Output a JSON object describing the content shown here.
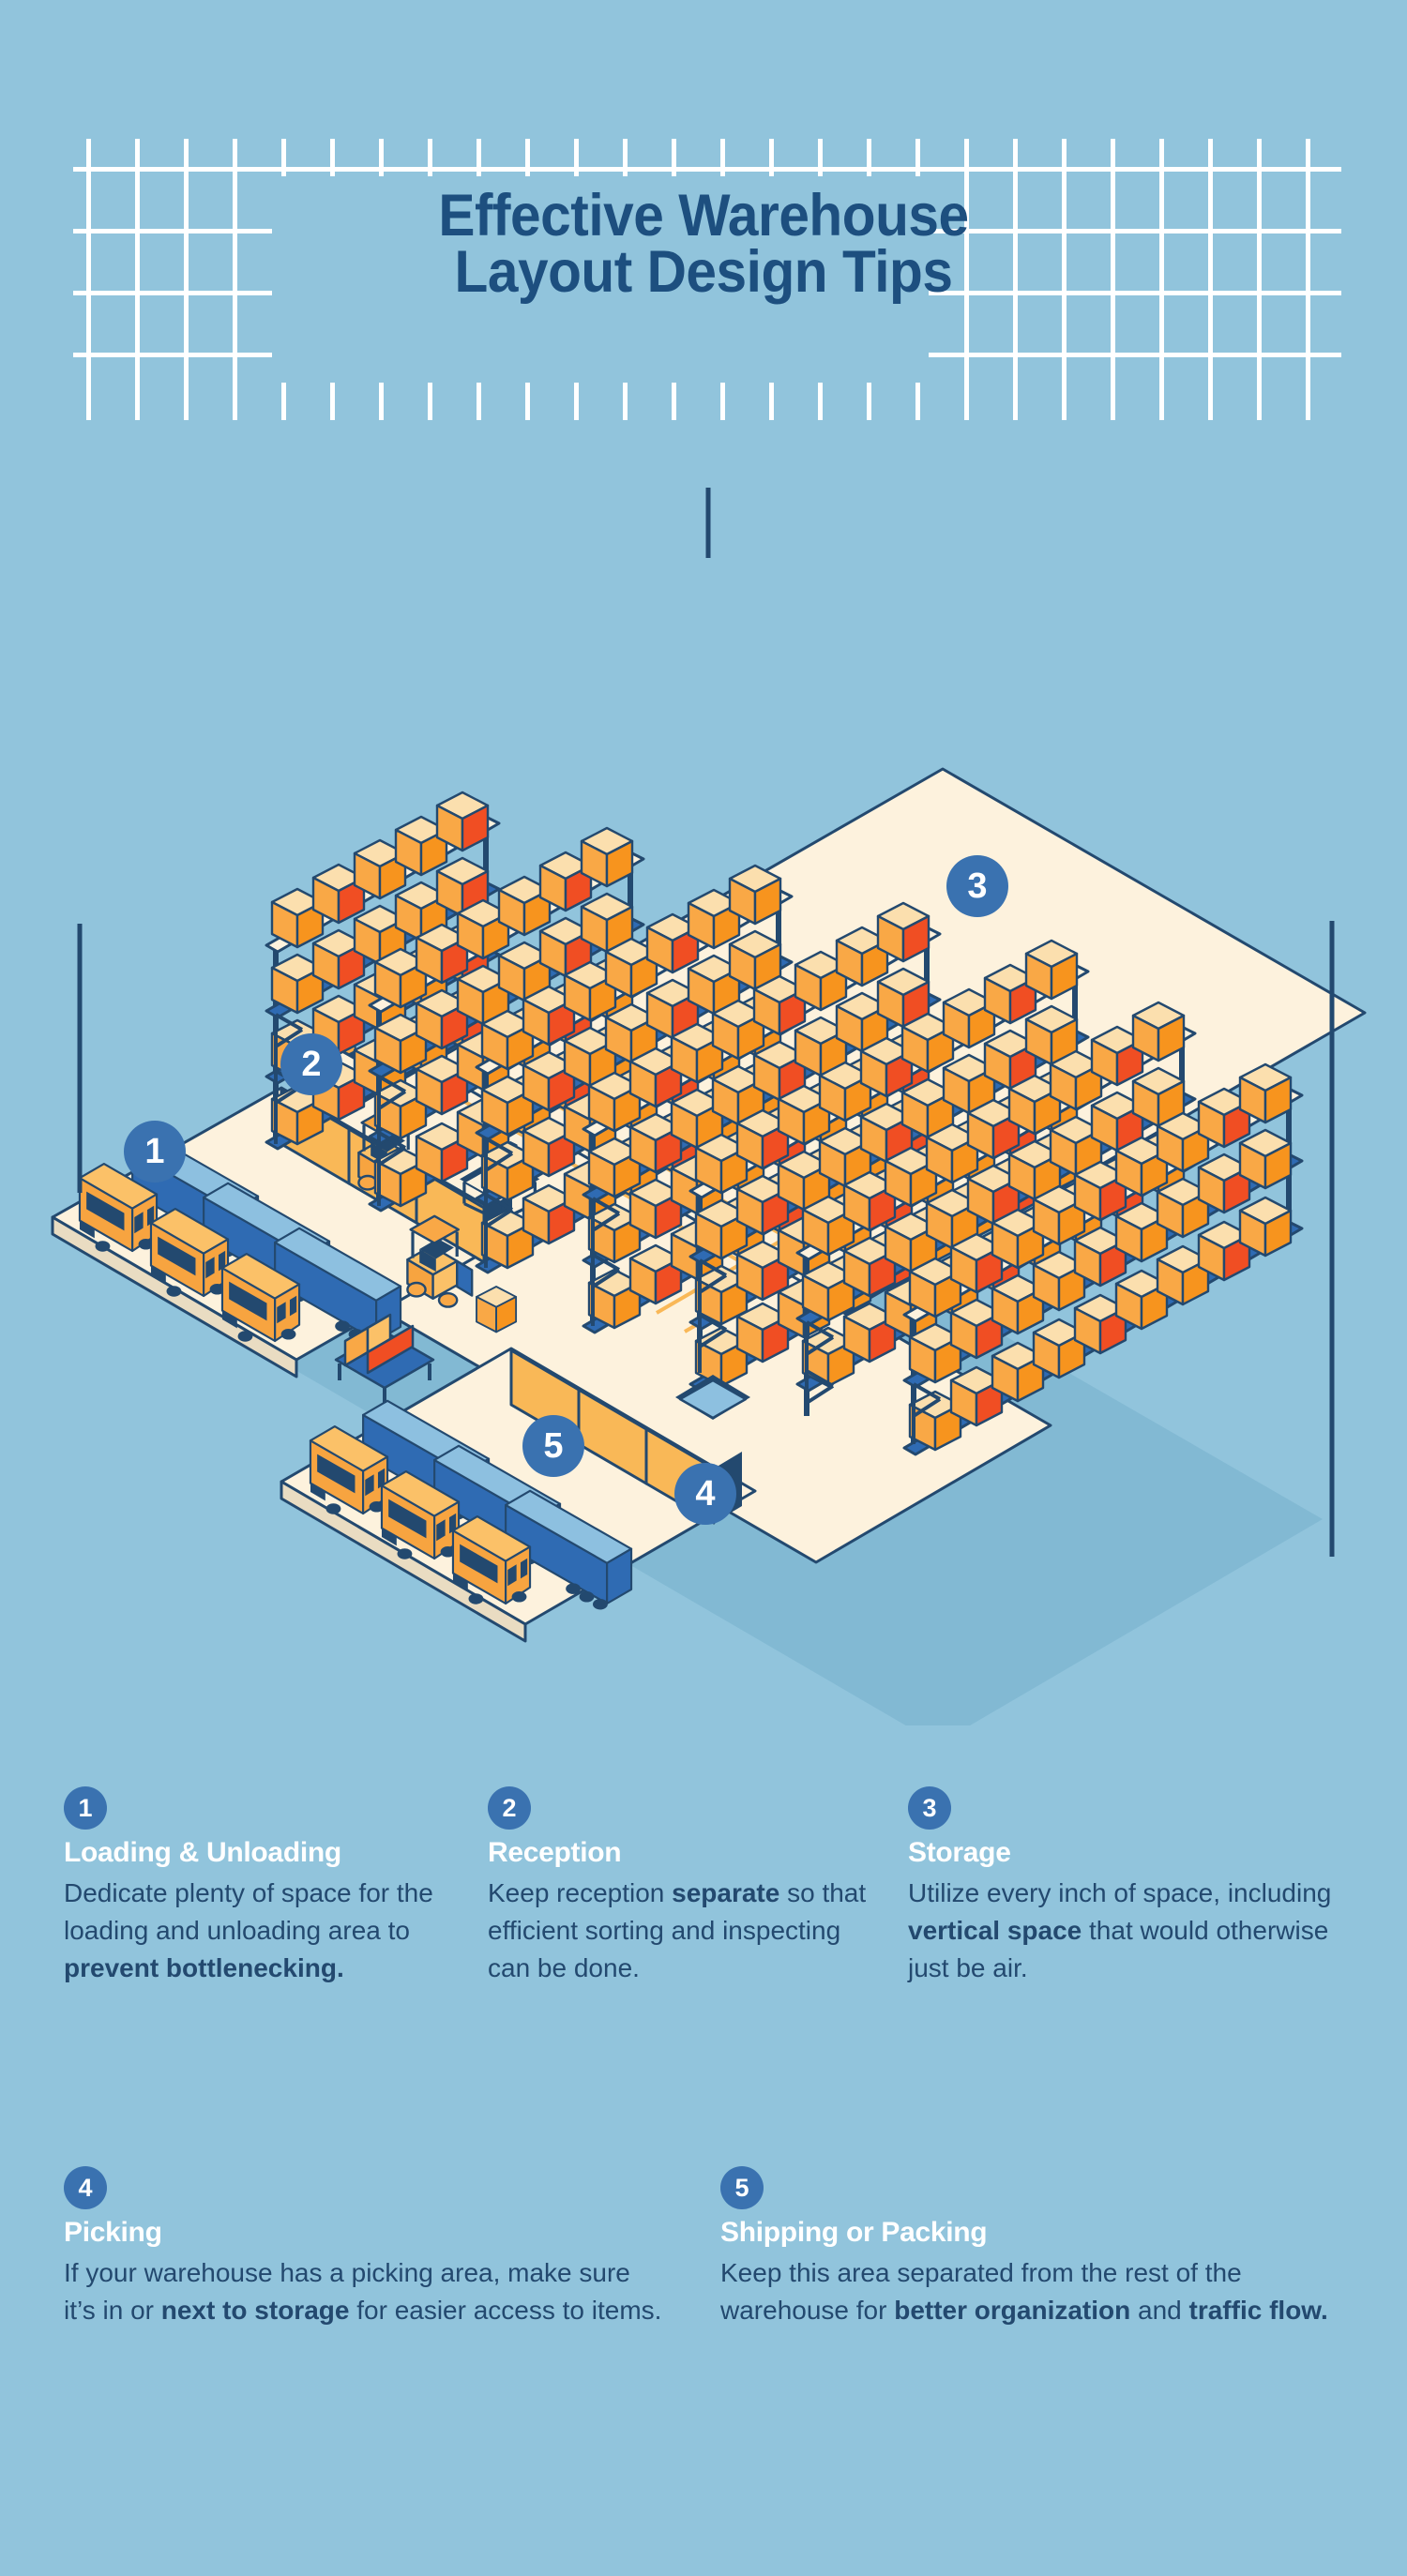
{
  "page": {
    "bg_color": "#91c4dc",
    "accent_navy": "#23496f",
    "accent_blue": "#3a72b0",
    "white": "#ffffff",
    "orange": "#f7a440",
    "red_orange": "#f04e23",
    "floor_cream": "#fdf2dd"
  },
  "header": {
    "title_line1": "Effective Warehouse",
    "title_line2": "Layout Design Tips"
  },
  "illustration": {
    "name": "isometric-warehouse-layout",
    "markers": [
      {
        "id": "1",
        "label": "1",
        "area": "Loading & Unloading"
      },
      {
        "id": "2",
        "label": "2",
        "area": "Reception"
      },
      {
        "id": "3",
        "label": "3",
        "area": "Storage"
      },
      {
        "id": "4",
        "label": "4",
        "area": "Picking"
      },
      {
        "id": "5",
        "label": "5",
        "area": "Shipping or Packing"
      }
    ],
    "elements": {
      "trucks_loading_dock": 3,
      "trucks_shipping_dock": 3,
      "forklifts": 2,
      "reception_tables": 2,
      "storage_rack_rows": 7
    }
  },
  "tips": [
    {
      "number": "1",
      "title": "Loading & Unloading",
      "body_parts": [
        {
          "text": "Dedicate plenty of space for the loading and unloading area to ",
          "bold": false
        },
        {
          "text": "prevent bottlenecking.",
          "bold": true
        }
      ]
    },
    {
      "number": "2",
      "title": "Reception",
      "body_parts": [
        {
          "text": "Keep reception ",
          "bold": false
        },
        {
          "text": "separate",
          "bold": true
        },
        {
          "text": " so that efficient sorting and inspecting can be done.",
          "bold": false
        }
      ]
    },
    {
      "number": "3",
      "title": "Storage",
      "body_parts": [
        {
          "text": "Utilize every inch of space, including ",
          "bold": false
        },
        {
          "text": "vertical space",
          "bold": true
        },
        {
          "text": " that would otherwise just be air.",
          "bold": false
        }
      ]
    },
    {
      "number": "4",
      "title": "Picking",
      "body_parts": [
        {
          "text": "If your warehouse has a picking area, make sure it’s in or ",
          "bold": false
        },
        {
          "text": "next to storage",
          "bold": true
        },
        {
          "text": " for easier access to items.",
          "bold": false
        }
      ]
    },
    {
      "number": "5",
      "title": "Shipping or Packing",
      "body_parts": [
        {
          "text": "Keep this area separated from the rest of the warehouse for ",
          "bold": false
        },
        {
          "text": "better organization",
          "bold": true
        },
        {
          "text": " and ",
          "bold": false
        },
        {
          "text": "traffic flow.",
          "bold": true
        }
      ]
    }
  ]
}
